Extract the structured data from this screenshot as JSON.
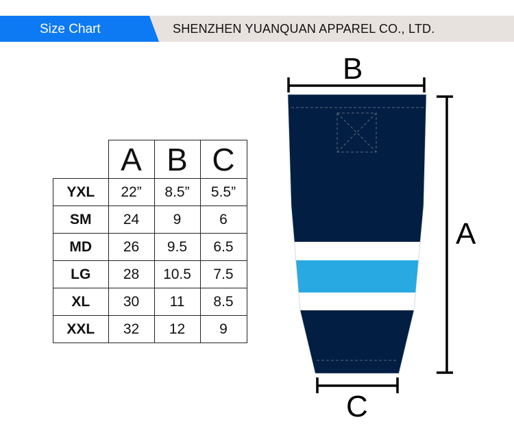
{
  "header": {
    "tab_label": "Size Chart",
    "company": "SHENZHEN YUANQUAN APPAREL CO., LTD.",
    "tab_color": "#0d79f2",
    "bar_color": "#e8e2df"
  },
  "size_table": {
    "columns": [
      "A",
      "B",
      "C"
    ],
    "rows": [
      {
        "size": "YXL",
        "a": "22”",
        "b": "8.5”",
        "c": "5.5”"
      },
      {
        "size": "SM",
        "a": "24",
        "b": "9",
        "c": "6"
      },
      {
        "size": "MD",
        "a": "26",
        "b": "9.5",
        "c": "6.5"
      },
      {
        "size": "LG",
        "a": "28",
        "b": "10.5",
        "c": "7.5"
      },
      {
        "size": "XL",
        "a": "30",
        "b": "11",
        "c": "8.5"
      },
      {
        "size": "XXL",
        "a": "32",
        "b": "12",
        "c": "9"
      }
    ]
  },
  "diagram": {
    "label_a": "A",
    "label_b": "B",
    "label_c": "C",
    "colors": {
      "navy": "#021e42",
      "stripe_white": "#ffffff",
      "stripe_blue": "#29a9e1",
      "stitch": "#5a6b80"
    }
  }
}
